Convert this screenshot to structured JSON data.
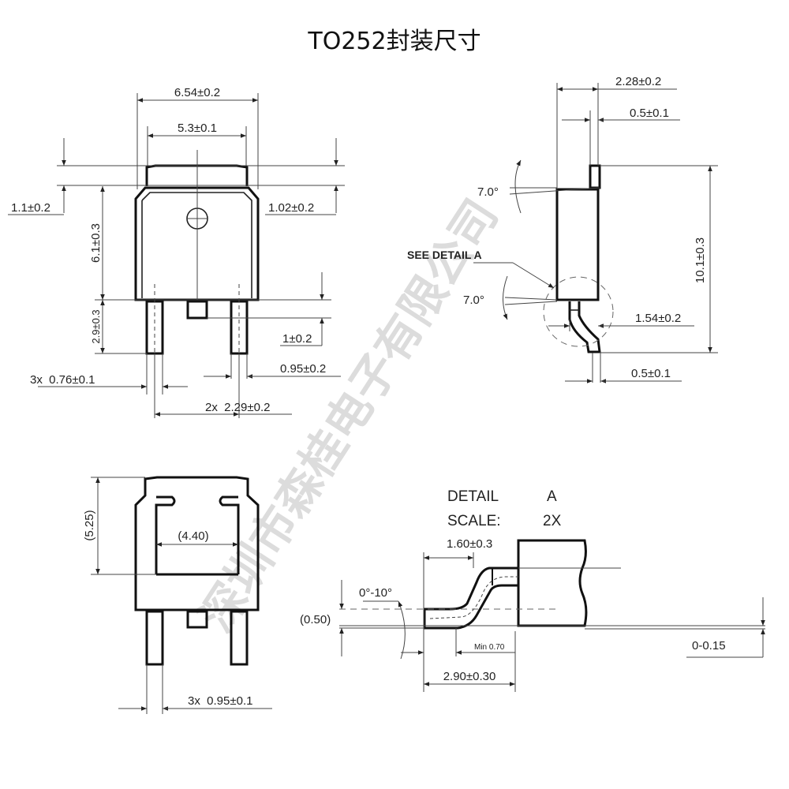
{
  "title": "TO252封装尺寸",
  "watermark": "深圳市森桂电子有限公司",
  "front_view": {
    "width_total": "6.54±0.2",
    "width_tab": "5.3±0.1",
    "tab_left": "1.1±0.2",
    "tab_right": "1.02±0.2",
    "body_height": "6.1±0.3",
    "lead_length": "2.9±0.3",
    "stub_length": "1±0.2",
    "lead_shoulder": "0.95±0.2",
    "lead_width": "3x  0.76±0.1",
    "pitch": "2x  2.29±0.2"
  },
  "side_view": {
    "thickness": "2.28±0.2",
    "tab_thickness": "0.5±0.1",
    "angle_top": "7.0°",
    "angle_bottom": "7.0°",
    "see_detail": "SEE DETAIL A",
    "total_height": "10.1±0.3",
    "lead_offset": "1.54±0.2",
    "lead_thickness": "0.5±0.1"
  },
  "bottom_view": {
    "pad_height": "(5.25)",
    "pad_width": "(4.40)",
    "lead_width": "3x  0.95±0.1"
  },
  "detail_a": {
    "title": "DETAIL",
    "title_id": "A",
    "scale_label": "SCALE:",
    "scale_value": "2X",
    "bend_length": "1.60±0.3",
    "angle": "0°-10°",
    "standoff": "(0.50)",
    "min_flat": "Min 0.70",
    "foot_length": "2.90±0.30",
    "coplanarity": "0-0.15"
  }
}
